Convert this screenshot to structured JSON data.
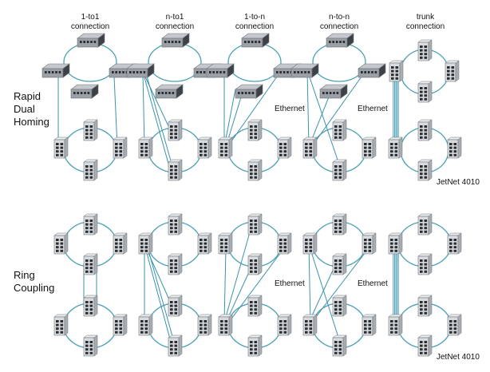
{
  "columns": [
    {
      "line1": "1-to1",
      "line2": "connection"
    },
    {
      "line1": "n-to1",
      "line2": "connection"
    },
    {
      "line1": "1-to-n",
      "line2": "connection"
    },
    {
      "line1": "n-to-n",
      "line2": "connection"
    },
    {
      "line1": "trunk",
      "line2": "connection"
    }
  ],
  "rows": [
    {
      "label": "Rapid\nDual\nHoming"
    },
    {
      "label": "Ring\nCoupling"
    }
  ],
  "ethernet_label": "Ethernet",
  "device_label": "JetNet 4010",
  "colors": {
    "ring": "#4a9fb5",
    "link": "#3a93ab",
    "switch_body": "#9aa0a6",
    "switch_dark": "#3d4248",
    "device_body": "#d9dcdf",
    "device_edge": "#6f757b",
    "port": "#2a2d31"
  }
}
